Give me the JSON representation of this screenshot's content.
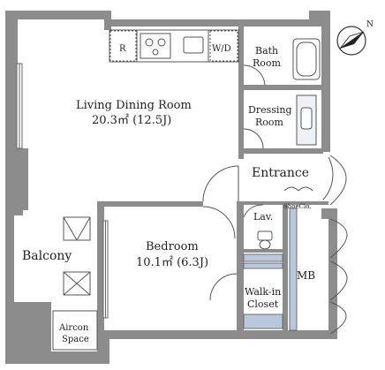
{
  "rooms": {
    "living": {
      "name": "Living Dining Room",
      "area": "20.3㎡ (12.5J)"
    },
    "bedroom": {
      "name": "Bedroom",
      "area": "10.1㎡ (6.3J)"
    },
    "bath": {
      "line1": "Bath",
      "line2": "Room"
    },
    "dressing": {
      "line1": "Dressing",
      "line2": "Room"
    },
    "entrance": {
      "name": "Entrance"
    },
    "shoe": {
      "name": "ShoeClo."
    },
    "lav": {
      "name": "Lav."
    },
    "walkin": {
      "line1": "Walk-in",
      "line2": "Closet"
    },
    "mb": {
      "name": "MB"
    },
    "balcony": {
      "name": "Balcony"
    },
    "aircon": {
      "line1": "Aircon",
      "line2": "Space"
    }
  },
  "fixtures": {
    "refrigerator": "R",
    "washer_dryer": "W/D"
  },
  "compass": {
    "north_label": "N"
  },
  "colors": {
    "wall": "#8c8c8c",
    "wall_dark": "#555555",
    "window_blue": "#b9c8dd",
    "line": "#555555"
  }
}
